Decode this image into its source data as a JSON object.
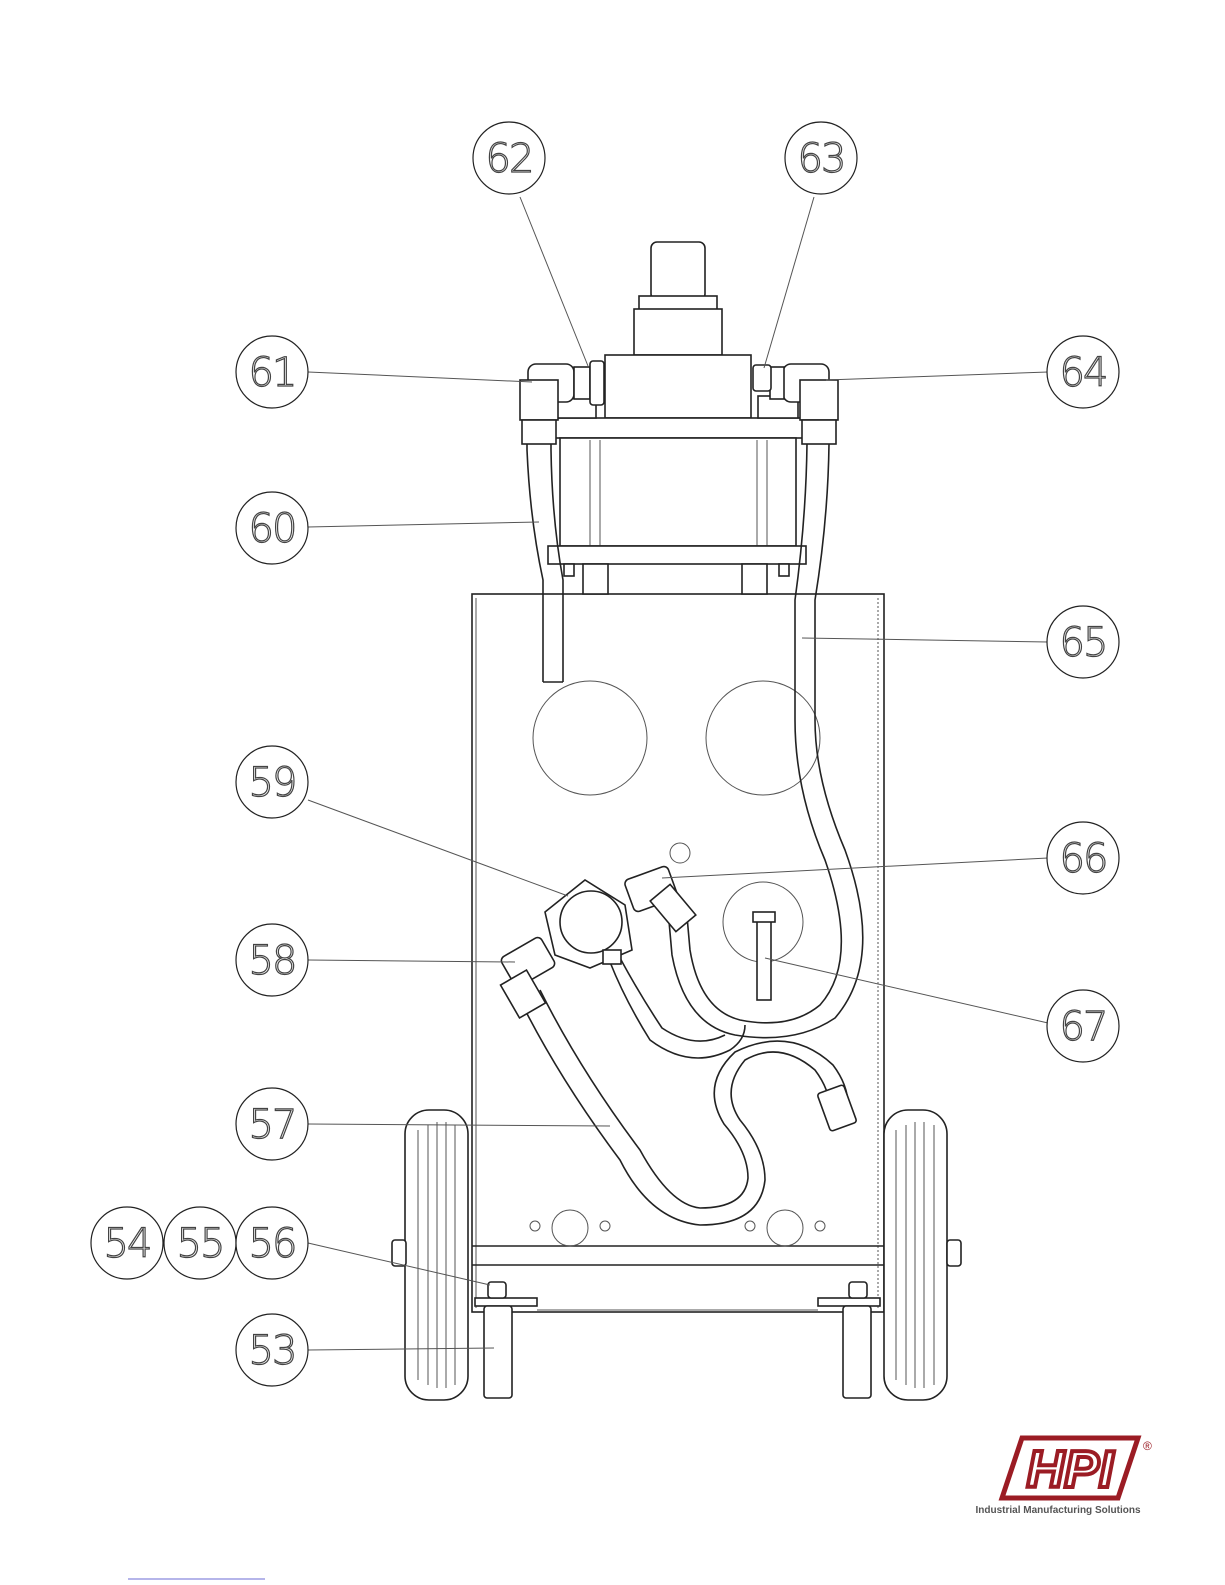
{
  "callouts": [
    {
      "id": "53",
      "label": "53"
    },
    {
      "id": "54",
      "label": "54"
    },
    {
      "id": "55",
      "label": "55"
    },
    {
      "id": "56",
      "label": "56"
    },
    {
      "id": "57",
      "label": "57"
    },
    {
      "id": "58",
      "label": "58"
    },
    {
      "id": "59",
      "label": "59"
    },
    {
      "id": "60",
      "label": "60"
    },
    {
      "id": "61",
      "label": "61"
    },
    {
      "id": "62",
      "label": "62"
    },
    {
      "id": "63",
      "label": "63"
    },
    {
      "id": "64",
      "label": "64"
    },
    {
      "id": "65",
      "label": "65"
    },
    {
      "id": "66",
      "label": "66"
    },
    {
      "id": "67",
      "label": "67"
    }
  ],
  "logo": {
    "text": "HPI",
    "registered": "®",
    "tagline": "Industrial Manufacturing Solutions",
    "brand_color": "#9b1c24"
  }
}
